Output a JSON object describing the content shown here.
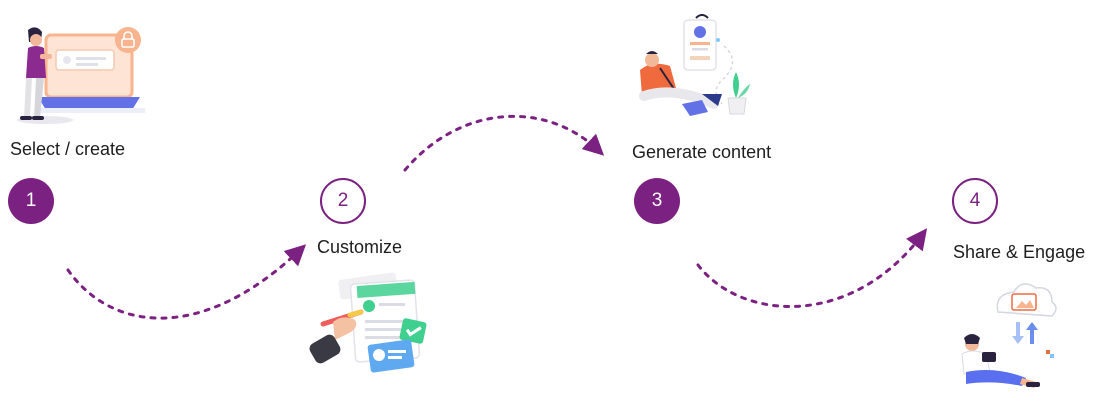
{
  "colors": {
    "accent": "#7b2181",
    "arrow": "#7b2181",
    "laptop_peach": "#f7b48e",
    "screen_blue": "#6272e6",
    "person_orange": "#ef6a3d",
    "check_green": "#3fcf8e",
    "navy": "#2c3a8c"
  },
  "steps": [
    {
      "number": "1",
      "label": "Select / create",
      "badge_style": "filled",
      "icon": "laptop-person-illustration"
    },
    {
      "number": "2",
      "label": "Customize",
      "badge_style": "outline",
      "icon": "documents-pen-illustration"
    },
    {
      "number": "3",
      "label": "Generate content",
      "badge_style": "filled",
      "icon": "person-creating-content-illustration"
    },
    {
      "number": "4",
      "label": "Share & Engage",
      "badge_style": "outline",
      "icon": "person-sharing-cloud-illustration"
    }
  ]
}
